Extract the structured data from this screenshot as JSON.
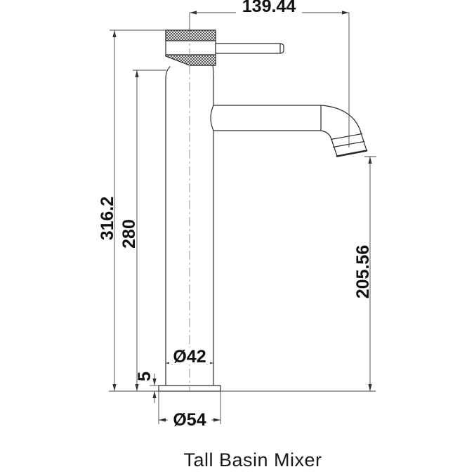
{
  "title_label": "Tall Basin Mixer",
  "dimensions": {
    "spout_reach": "139.44",
    "overall_height": "316.2",
    "body_height": "280",
    "outlet_height": "205.56",
    "body_diameter": "Ø42",
    "base_thickness": "5",
    "base_diameter": "Ø54"
  },
  "colors": {
    "outline": "#2b2b2b",
    "dimension_lines": "#454545",
    "label_text": "#111111",
    "background": "#ffffff"
  }
}
